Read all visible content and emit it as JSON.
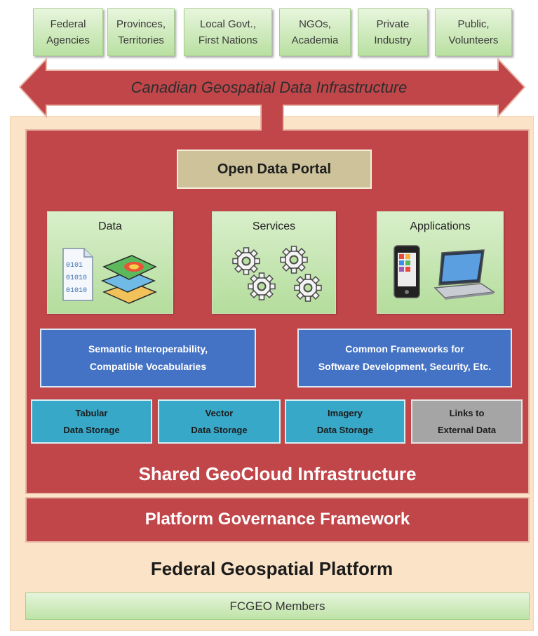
{
  "stakeholders": [
    {
      "label": "Federal\nAgencies"
    },
    {
      "label": "Provinces,\nTerritories"
    },
    {
      "label": "Local Govt.,\nFirst Nations"
    },
    {
      "label": "NGOs,\nAcademia"
    },
    {
      "label": "Private\nIndustry"
    },
    {
      "label": "Public,\nVolunteers"
    }
  ],
  "arrow": {
    "label": "Canadian Geospatial Data Infrastructure"
  },
  "portal": {
    "label": "Open Data Portal"
  },
  "panels": {
    "data": {
      "title": "Data",
      "file_digits": [
        "0101",
        "01010",
        "01010"
      ]
    },
    "services": {
      "title": "Services"
    },
    "applications": {
      "title": "Applications"
    }
  },
  "interop": {
    "left": "Semantic Interoperability,\nCompatible Vocabularies",
    "right": "Common Frameworks for\nSoftware Development, Security, Etc."
  },
  "storage": [
    {
      "label": "Tabular\nData Storage"
    },
    {
      "label": "Vector\nData Storage"
    },
    {
      "label": "Imagery\nData Storage"
    },
    {
      "label": "Links to\nExternal Data"
    }
  ],
  "geocloud": {
    "label": "Shared GeoCloud Infrastructure"
  },
  "governance": {
    "label": "Platform Governance Framework"
  },
  "platform": {
    "title": "Federal Geospatial Platform",
    "members": "FCGEO Members"
  },
  "colors": {
    "red": "#c0464a",
    "beige": "#fbe3c7",
    "green": "#b9e0a1",
    "blue": "#4472c4",
    "teal": "#38a8c8",
    "grey": "#a5a5a5",
    "tan": "#cdc29a"
  }
}
